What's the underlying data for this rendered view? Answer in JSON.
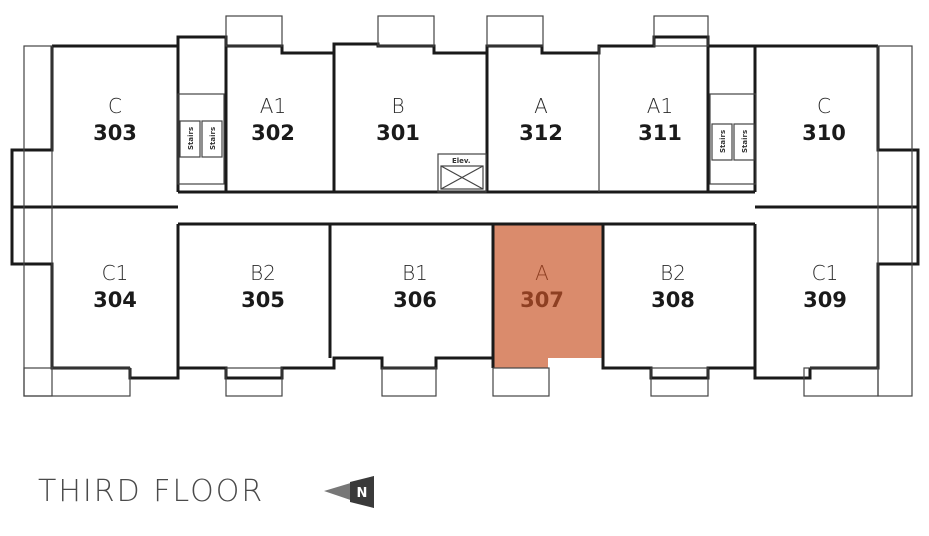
{
  "title": "THIRD FLOOR",
  "north_label": "N",
  "highlight_color": "#da8b6c",
  "stairs_label": "Stairs",
  "elevator_label": "Elev.",
  "units": [
    {
      "type": "C",
      "number": "303"
    },
    {
      "type": "A1",
      "number": "302"
    },
    {
      "type": "B",
      "number": "301"
    },
    {
      "type": "A",
      "number": "312"
    },
    {
      "type": "A1",
      "number": "311"
    },
    {
      "type": "C",
      "number": "310"
    },
    {
      "type": "C1",
      "number": "304"
    },
    {
      "type": "B2",
      "number": "305"
    },
    {
      "type": "B1",
      "number": "306"
    },
    {
      "type": "A",
      "number": "307",
      "highlighted": true
    },
    {
      "type": "B2",
      "number": "308"
    },
    {
      "type": "C1",
      "number": "309"
    }
  ]
}
